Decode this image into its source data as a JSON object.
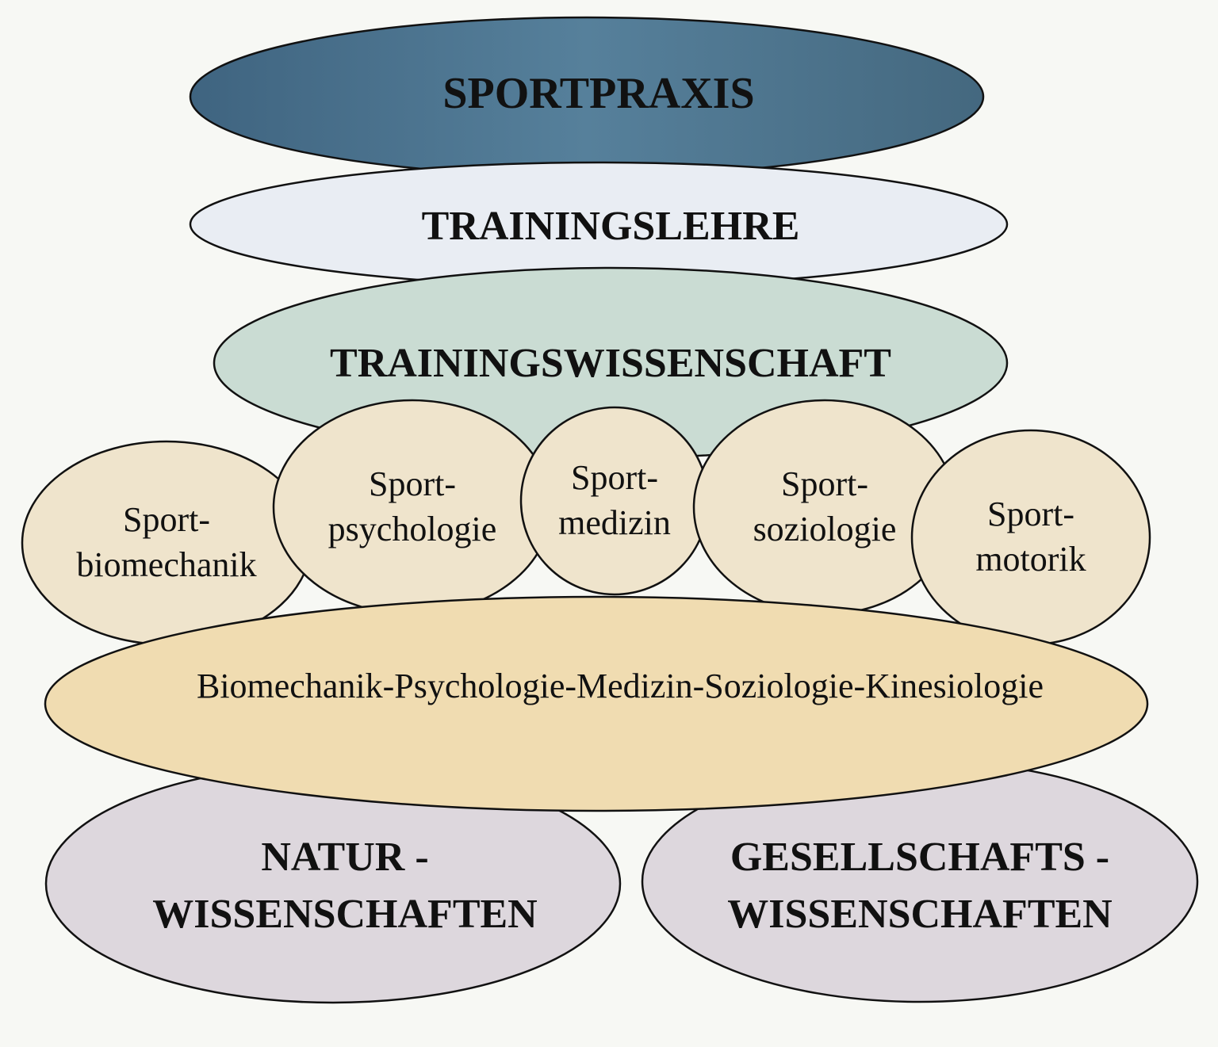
{
  "top": {
    "label": "SPORTPRAXIS",
    "color": "#4d7390"
  },
  "second": {
    "label": "TRAININGSLEHRE",
    "color": "#e9edf3"
  },
  "third": {
    "label": "TRAININGSWISSENSCHAFT",
    "color": "#cadcd3"
  },
  "disciplines": [
    {
      "line1": "Sport-",
      "line2": "biomechanik"
    },
    {
      "line1": "Sport-",
      "line2": "psychologie"
    },
    {
      "line1": "Sport-",
      "line2": "medizin"
    },
    {
      "line1": "Sport-",
      "line2": "soziologie"
    },
    {
      "line1": "Sport-",
      "line2": "motorik"
    }
  ],
  "discipline_color": "#efe4cc",
  "base_sciences": {
    "label": "Biomechanik-Psychologie-Medizin-Soziologie-Kinesiologie",
    "color": "#f0dcb1"
  },
  "foundations": [
    {
      "line1": "NATUR -",
      "line2": "WISSENSCHAFTEN"
    },
    {
      "line1": "GESELLSCHAFTS -",
      "line2": "WISSENSCHAFTEN"
    }
  ],
  "foundation_color": "#ddd7dd"
}
